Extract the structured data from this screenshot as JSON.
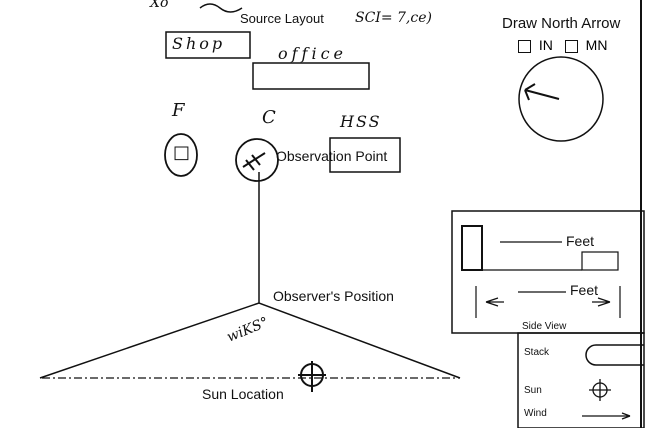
{
  "header": {
    "title": "Source Layout",
    "scribble_top": "Xo",
    "scribble_right": "SCI= 7,ce)"
  },
  "north_arrow": {
    "title": "Draw North Arrow",
    "options": [
      "IN",
      "MN"
    ]
  },
  "sketch": {
    "shop_label": "Shop",
    "office_label": "office",
    "building_f": "F",
    "building_c": "C",
    "building_hss": "HSS",
    "square_mark": "□",
    "observation_point": "Observation Point",
    "observers_position": "Observer's Position",
    "wind_note": "wiKS°",
    "sun_location": "Sun Location"
  },
  "side_view": {
    "feet_top": "Feet",
    "feet_bottom": "Feet",
    "title": "Side View"
  },
  "legend": {
    "stack": "Stack",
    "sun": "Sun",
    "wind": "Wind"
  }
}
